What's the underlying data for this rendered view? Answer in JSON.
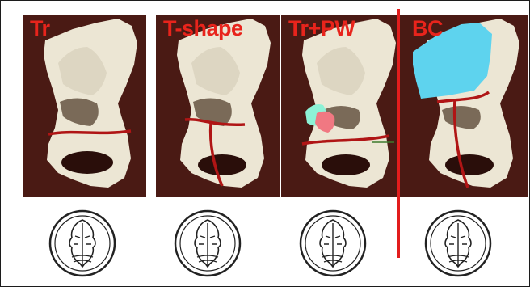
{
  "figure": {
    "panels": [
      {
        "label": "Tr",
        "bone_color": "#ece6d4",
        "cut_color": "#b01515",
        "cut_type": "transverse"
      },
      {
        "label": "T-shape",
        "bone_color": "#ece6d4",
        "cut_color": "#b01515",
        "cut_type": "t-shape"
      },
      {
        "label": "Tr+PW",
        "bone_color": "#ece6d4",
        "cut_color": "#b01515",
        "cut_type": "transverse-posterior-wall",
        "posterior_wall_colors": [
          "#8df2d6",
          "#f07882"
        ]
      },
      {
        "label": "BC",
        "bone_color": "#ece6d4",
        "cut_color": "#b01515",
        "cut_type": "both-column",
        "column_color": "#5ed3ee"
      }
    ],
    "divider_color": "#e21d1d",
    "coin_icon": "janus-coin-icon",
    "background_color": "#4a1a14"
  }
}
